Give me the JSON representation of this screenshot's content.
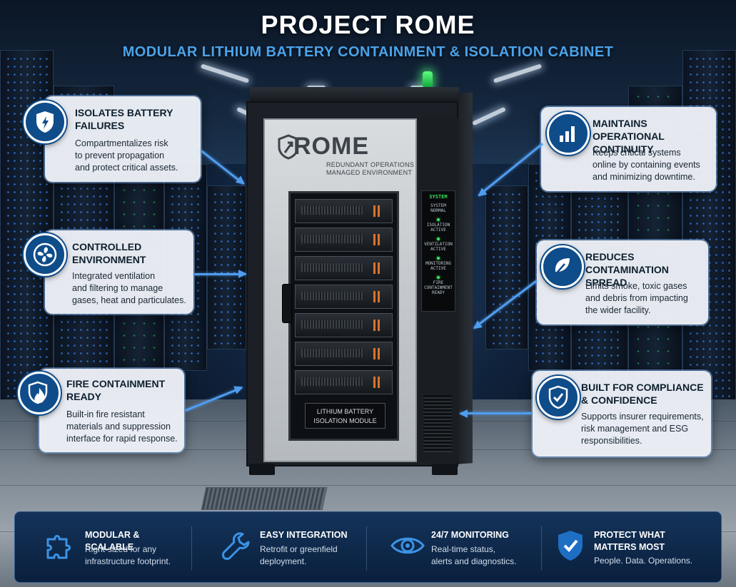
{
  "header": {
    "title": "PROJECT ROME",
    "subtitle": "MODULAR LITHIUM BATTERY CONTAINMENT & ISOLATION CABINET"
  },
  "cabinet": {
    "brand": "ROME",
    "brand_sub_line1": "REDUNDANT OPERATIONS",
    "brand_sub_line2": "MANAGED ENVIRONMENT",
    "module_label_line1": "LITHIUM BATTERY",
    "module_label_line2": "ISOLATION MODULE",
    "status_panel": {
      "header": "SYSTEM",
      "items": [
        {
          "line1": "SYSTEM",
          "line2": "NORMAL"
        },
        {
          "line1": "ISOLATION",
          "line2": "ACTIVE"
        },
        {
          "line1": "VENTILATION",
          "line2": "ACTIVE"
        },
        {
          "line1": "MONITORING",
          "line2": "ACTIVE"
        },
        {
          "line1": "FIRE",
          "line2": "CONTAINMENT",
          "line3": "READY"
        }
      ]
    },
    "beacon_color": "#3ce35f"
  },
  "features_left": [
    {
      "icon": "shield-bolt-icon",
      "title_line1": "ISOLATES BATTERY",
      "title_line2": "FAILURES",
      "desc_line1": "Compartmentalizes risk",
      "desc_line2": "to prevent propagation",
      "desc_line3": "and protect critical assets."
    },
    {
      "icon": "fan-icon",
      "title_line1": "CONTROLLED",
      "title_line2": "ENVIRONMENT",
      "desc_line1": "Integrated ventilation",
      "desc_line2": "and filtering to manage",
      "desc_line3": "gases, heat and particulates."
    },
    {
      "icon": "fire-shield-icon",
      "title_line1": "FIRE CONTAINMENT",
      "title_line2": "READY",
      "desc_line1": "Built-in fire resistant",
      "desc_line2": "materials and suppression",
      "desc_line3": "interface for rapid response."
    }
  ],
  "features_right": [
    {
      "icon": "bar-chart-icon",
      "title_line1": "MAINTAINS OPERATIONAL",
      "title_line2": "CONTINUITY",
      "desc_line1": "Keeps critical systems",
      "desc_line2": "online by containing events",
      "desc_line3": "and minimizing downtime."
    },
    {
      "icon": "leaf-icon",
      "title_line1": "REDUCES CONTAMINATION",
      "title_line2": "SPREAD",
      "desc_line1": "Limits smoke, toxic gases",
      "desc_line2": "and debris from impacting",
      "desc_line3": "the wider facility."
    },
    {
      "icon": "shield-check-icon",
      "title_line1": "BUILT FOR COMPLIANCE",
      "title_line2": "& CONFIDENCE",
      "desc_line1": "Supports insurer requirements,",
      "desc_line2": "risk management and ESG",
      "desc_line3": "responsibilities."
    }
  ],
  "bottom_features": [
    {
      "icon": "puzzle-icon",
      "title_line1": "MODULAR & SCALABLE",
      "title_line2": "",
      "desc_line1": "Right-sized for any",
      "desc_line2": "infrastructure footprint."
    },
    {
      "icon": "wrench-icon",
      "title_line1": "EASY INTEGRATION",
      "title_line2": "",
      "desc_line1": "Retrofit or greenfield",
      "desc_line2": "deployment."
    },
    {
      "icon": "eye-icon",
      "title_line1": "24/7 MONITORING",
      "title_line2": "",
      "desc_line1": "Real-time status,",
      "desc_line2": "alerts and diagnostics."
    },
    {
      "icon": "shield-check-icon",
      "title_line1": "PROTECT WHAT",
      "title_line2": "MATTERS MOST",
      "desc_line1": "People. Data. Operations.",
      "desc_line2": ""
    }
  ],
  "colors": {
    "accent": "#4aa3ea",
    "icon_bg": "#0f4c8a",
    "bar_bg": "#0e2e56",
    "status_green": "#3ce35f",
    "cabinet_door": "#c4c8cc"
  }
}
